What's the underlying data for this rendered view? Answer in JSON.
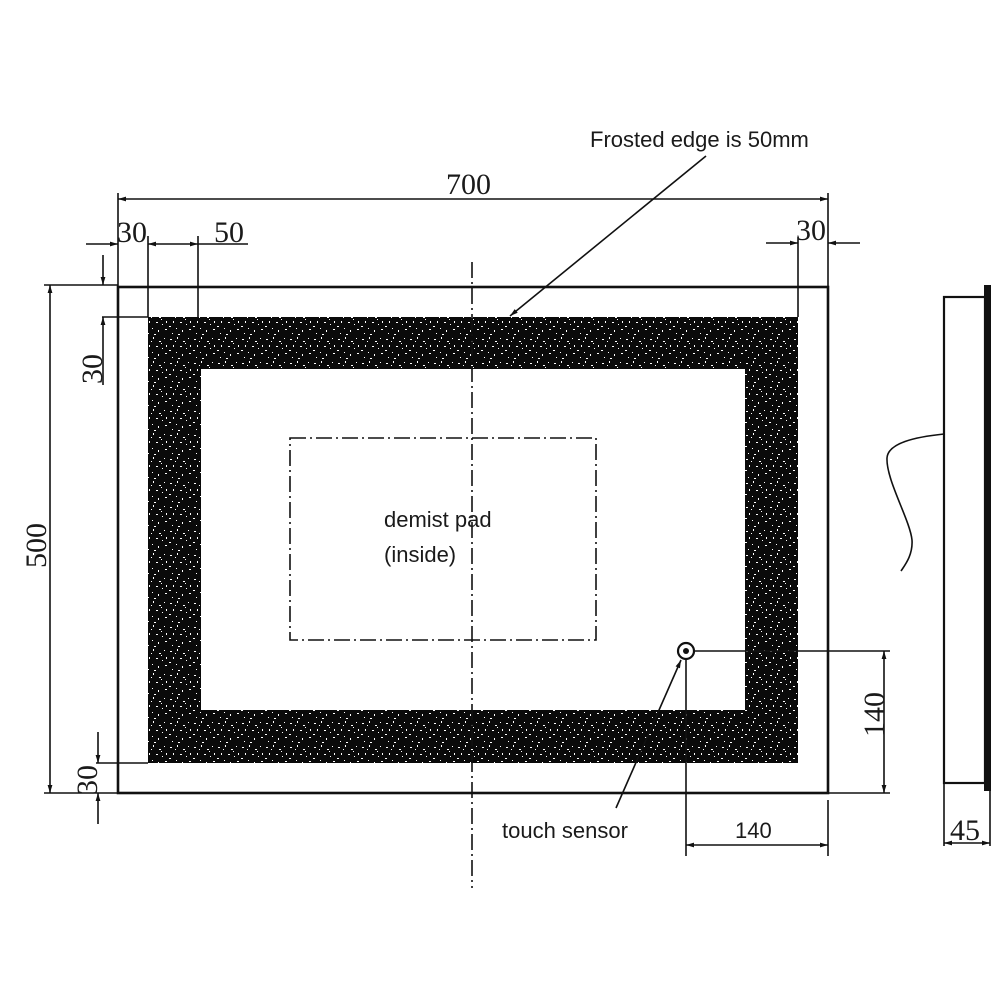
{
  "drawing": {
    "title": "LED mirror technical drawing",
    "units": "mm",
    "colors": {
      "line": "#111111",
      "frost": "#0a0a0a",
      "background": "#ffffff"
    }
  },
  "annotations": {
    "frosted_edge": "Frosted edge is 50mm",
    "demist_line1": "demist pad",
    "demist_line2": "(inside)",
    "touch_sensor": "touch sensor"
  },
  "dimensions": {
    "overall_width": "700",
    "overall_height": "500",
    "left_margin": "30",
    "frost_width": "50",
    "right_margin": "30",
    "top_margin": "30",
    "bottom_margin": "30",
    "sensor_from_bottom": "140",
    "sensor_from_right": "140",
    "depth": "45"
  }
}
